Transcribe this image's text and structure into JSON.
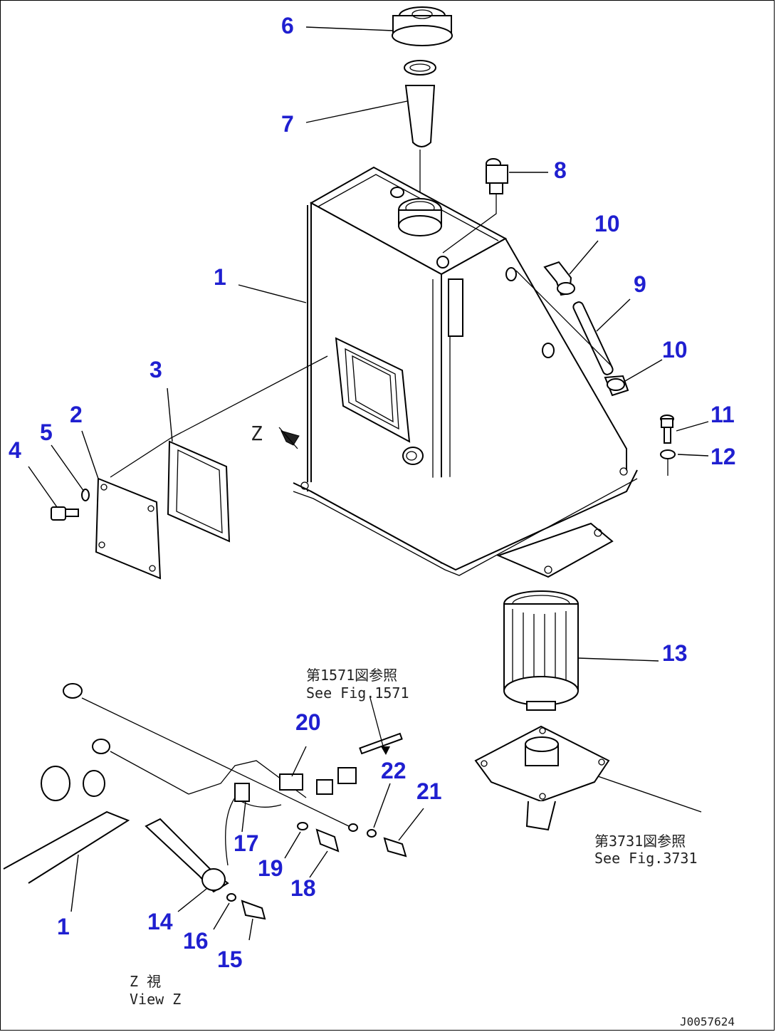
{
  "callouts": [
    "1",
    "2",
    "3",
    "4",
    "5",
    "6",
    "7",
    "8",
    "9",
    "10",
    "11",
    "12",
    "13",
    "14",
    "15",
    "16",
    "17",
    "18",
    "19",
    "20",
    "21",
    "22"
  ],
  "notes": {
    "fig1571_jp": "第1571図参照",
    "fig1571_en": "See Fig.1571",
    "fig3731_jp": "第3731図参照",
    "fig3731_en": "See Fig.3731",
    "view_z_jp": "Z 視",
    "view_z_en": "View Z",
    "z_mark": "Z"
  },
  "drawing_code": "J0057624",
  "colors": {
    "callout": "#1f1fd0",
    "line": "#000000",
    "background": "#ffffff"
  }
}
